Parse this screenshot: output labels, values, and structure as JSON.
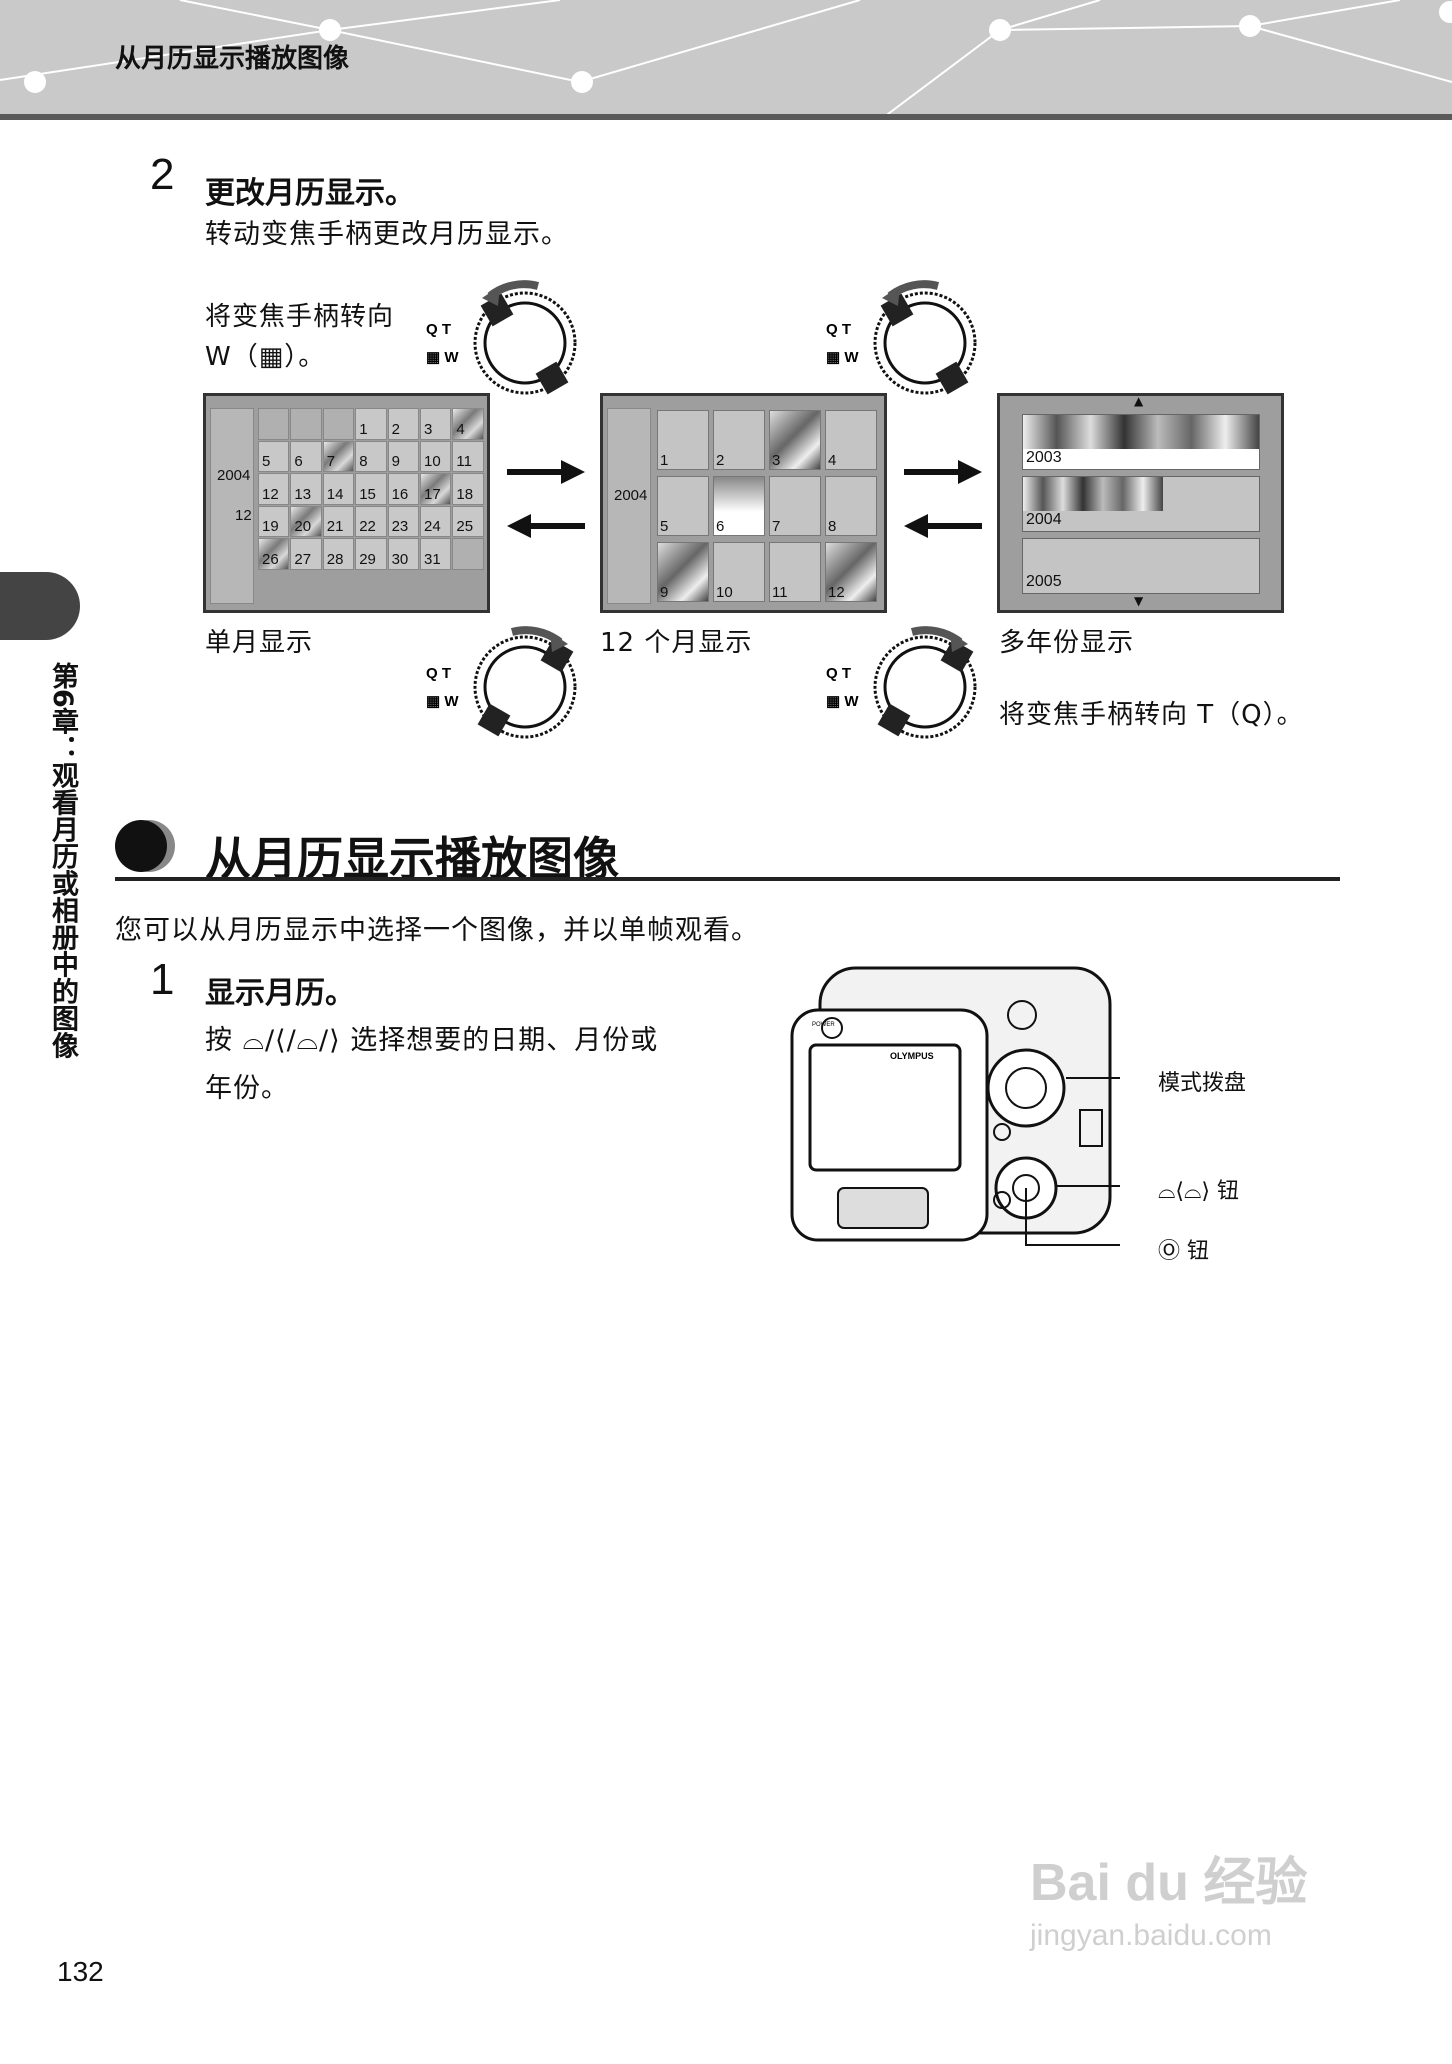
{
  "header": {
    "title": "从月历显示播放图像"
  },
  "side_tab": {
    "text": "第6章：观看月历或相册中的图像"
  },
  "step2": {
    "number": "2",
    "heading": "更改月历显示。",
    "text": "转动变焦手柄更改月历显示。",
    "zoom_w_line1": "将变焦手柄转向",
    "zoom_w_line2": "W（▦）。",
    "zoom_t": "将变焦手柄转向 T（Q）。",
    "caption_single": "单月显示",
    "caption_12": "12 个月显示",
    "caption_multi": "多年份显示",
    "dial_t": "Q T",
    "dial_w": "▦ W"
  },
  "single_month": {
    "year": "2004",
    "month": "12",
    "days": [
      "",
      "",
      "",
      "1",
      "2",
      "3",
      "4",
      "5",
      "6",
      "7",
      "8",
      "9",
      "10",
      "11",
      "12",
      "13",
      "14",
      "15",
      "16",
      "17",
      "18",
      "19",
      "20",
      "21",
      "22",
      "23",
      "24",
      "25",
      "26",
      "27",
      "28",
      "29",
      "30",
      "31",
      ""
    ],
    "pic_days": [
      "4",
      "7",
      "17",
      "20",
      "26"
    ]
  },
  "twelve_month": {
    "year": "2004",
    "months": [
      "1",
      "2",
      "3",
      "4",
      "5",
      "6",
      "7",
      "8",
      "9",
      "10",
      "11",
      "12"
    ],
    "pic_months": [
      "3",
      "6",
      "9",
      "12"
    ]
  },
  "multi_year": {
    "years": [
      "2003",
      "2004",
      "2005"
    ]
  },
  "section": {
    "title": "从月历显示播放图像",
    "intro": "您可以从月历显示中选择一个图像，并以单帧观看。"
  },
  "step1": {
    "number": "1",
    "heading": "显示月历。",
    "line1": "按 ⌓/⟨/⌓/⟩ 选择想要的日期、月份或",
    "line2": "年份。"
  },
  "camera": {
    "label_mode": "模式拨盘",
    "label_arrows": "⌓⟨⌓⟩ 钮",
    "label_ok": "Ⓞ 钮",
    "brand": "OLYMPUS",
    "power": "POWER"
  },
  "footer": {
    "page_number": "132"
  },
  "watermark": {
    "line1": "Bai du 经验",
    "line2": "jingyan.baidu.com"
  }
}
